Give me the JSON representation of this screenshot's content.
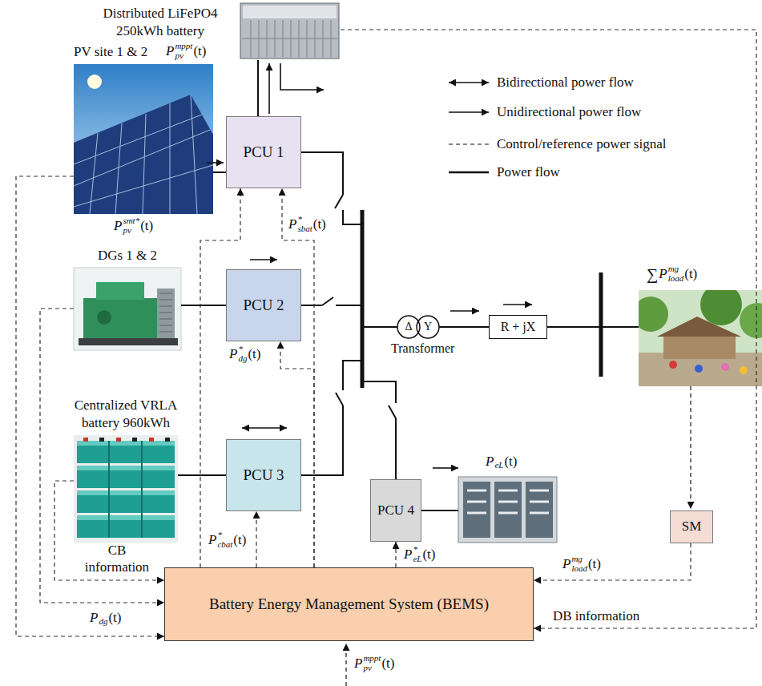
{
  "diagram": {
    "nodes": [
      {
        "text": [
          "Distributed LiFePO4 250kWh battery"
        ]
      },
      {
        "text": [
          "PV site 1 & 2"
        ]
      },
      {
        "text": [
          "PCU 1"
        ]
      },
      {
        "text": [
          "DGs 1 & 2"
        ]
      },
      {
        "text": [
          "PCU 2"
        ]
      },
      {
        "text": [
          "Centralized VRLA battery 960kWh"
        ]
      },
      {
        "text": [
          "PCU 3"
        ]
      },
      {
        "text": [
          "PCU 4"
        ]
      },
      {
        "text": [
          "R + jX"
        ]
      },
      {
        "text": [
          "SM"
        ]
      },
      {
        "text": [
          "Battery Energy Management System (BEMS)"
        ]
      }
    ],
    "edges": [
      {
        "from": 1,
        "to": 2,
        "arrow": "none"
      },
      {
        "from": 2,
        "to": 0,
        "arrow": "none"
      },
      {
        "from": 3,
        "to": 4,
        "arrow": "none"
      },
      {
        "from": 5,
        "to": 6,
        "arrow": "none"
      },
      {
        "from": 10,
        "to": 2,
        "arrow": "to"
      },
      {
        "from": 10,
        "to": 2,
        "arrow": "to"
      },
      {
        "from": 10,
        "to": 4,
        "arrow": "to"
      },
      {
        "from": 10,
        "to": 6,
        "arrow": "to"
      },
      {
        "from": 10,
        "to": 7,
        "arrow": "to"
      },
      {
        "from": 9,
        "to": 10,
        "arrow": "to"
      },
      {
        "from": 5,
        "to": 10,
        "arrow": "to"
      },
      {
        "from": 3,
        "to": 10,
        "arrow": "to"
      },
      {
        "from": 1,
        "to": 10,
        "arrow": "to"
      },
      {
        "from": 0,
        "to": 10,
        "arrow": "to"
      }
    ],
    "labels": [
      "P",
      "mppt",
      "pv",
      "(t)",
      "P",
      "smt*",
      "pv",
      "(t)",
      "P",
      "*",
      "sbat",
      "(t)",
      "∑",
      "P",
      "mg",
      "load",
      "(t)",
      "Δ",
      "Y",
      "Transformer",
      "P",
      "*",
      "dg",
      "(t)",
      "P",
      "eL",
      "(t)",
      "P",
      "*",
      "cbat",
      "(t)",
      "P",
      "*",
      "eL",
      "(t)",
      "CB information",
      "P",
      "mg",
      "load",
      "(t)",
      "DB information",
      "P",
      "dg",
      "(t)",
      "P",
      "mppt",
      "pv",
      "(t)"
    ],
    "legend": [
      {
        "text": "Bidirectional power flow"
      },
      {
        "text": "Unidirectional power flow"
      },
      {
        "text": "Control/reference power signal"
      },
      {
        "text": "Power flow"
      }
    ]
  }
}
